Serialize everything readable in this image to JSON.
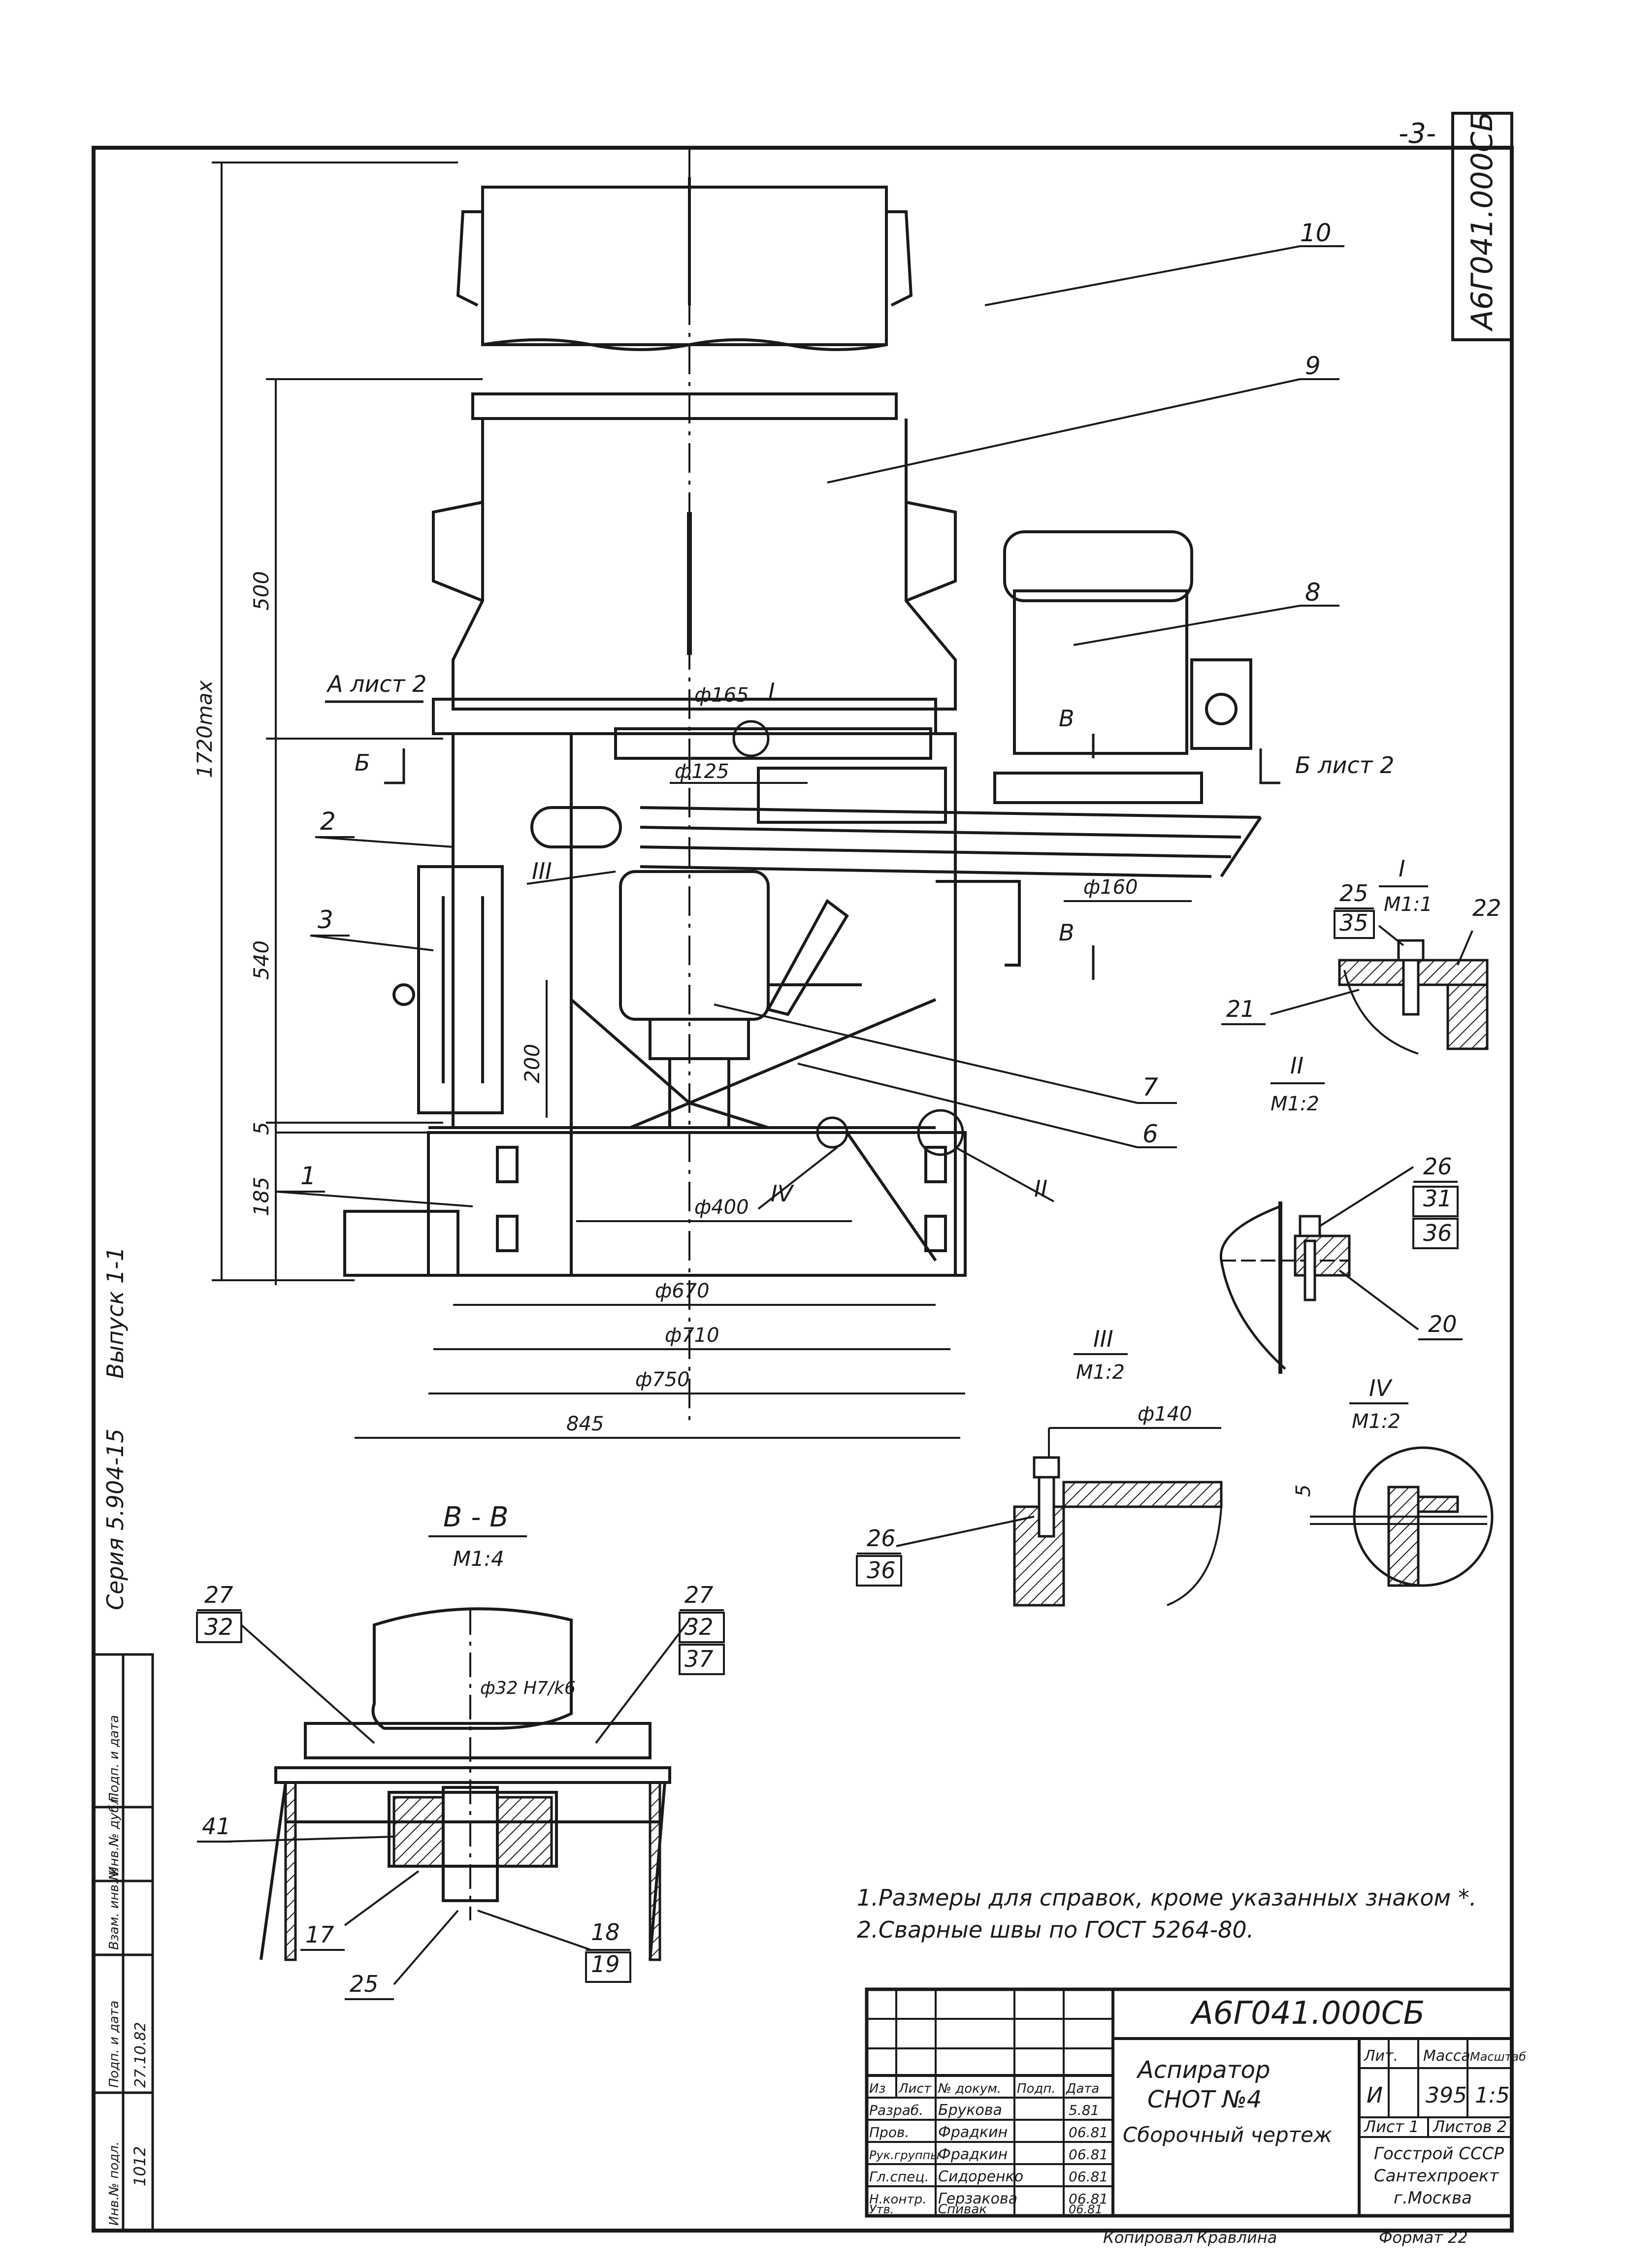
{
  "page": {
    "page_number": "-3-",
    "corner_code": "А6Г041.000СБ",
    "series_vertical": "Серия 5.904-15",
    "issue_vertical": "Выпуск 1-1"
  },
  "annotations": {
    "dim_1720": "1720max",
    "dim_500": "500",
    "dim_540": "540",
    "dim_185": "185",
    "dim_5": "5",
    "dim_200": "200",
    "dim_d165": "ф165",
    "dim_d125": "ф125",
    "dim_d160": "ф160",
    "dim_d400": "ф400",
    "dim_d670": "ф670",
    "dim_d710": "ф710",
    "dim_d750": "ф750",
    "dim_845": "845",
    "section_a": "А лист 2",
    "section_b_left": "Б",
    "section_b_right": "Б лист 2",
    "section_v_top": "В",
    "section_v_bottom": "В",
    "roman_I": "I",
    "roman_II": "II",
    "roman_III": "III",
    "roman_IV": "IV"
  },
  "callouts": [
    "10",
    "9",
    "8",
    "2",
    "3",
    "1",
    "7",
    "6"
  ],
  "details": {
    "I_title": "I",
    "I_scale": "М1:1",
    "I_labels": [
      "25",
      "35",
      "22",
      "21"
    ],
    "II_title": "II",
    "II_scale": "М1:2",
    "II_labels": [
      "26",
      "31",
      "36",
      "20"
    ],
    "III_title": "III",
    "III_scale": "М1:2",
    "III_dim": "ф140",
    "III_labels": [
      "26",
      "36"
    ],
    "IV_title": "IV",
    "IV_scale": "М1:2",
    "IV_dim": "5"
  },
  "section_vv": {
    "title": "В - В",
    "scale": "М1:4",
    "dim": "ф32 Н7/k6",
    "labels": [
      "27",
      "32",
      "27",
      "32",
      "37",
      "41",
      "17",
      "25",
      "18",
      "19"
    ]
  },
  "notes": [
    "1.Размеры для справок, кроме указанных знаком *.",
    "2.Сварные швы по ГОСТ 5264-80."
  ],
  "title_block": {
    "designation": "А6Г041.000СБ",
    "name_line1": "Аспиратор",
    "name_line2": "СНОТ №4",
    "name_line3": "Сборочный чертеж",
    "col_headers": [
      "Из",
      "Лист",
      "№ докум.",
      "Подп.",
      "Дата"
    ],
    "roles": [
      "Разраб.",
      "Пров.",
      "Рук.группы",
      "Гл.спец.",
      "Н.контр.",
      "Утв."
    ],
    "people": [
      "Брукова",
      "Фрадкин",
      "Фрадкин",
      "Сидоренко",
      "Герзакова",
      "Спивак"
    ],
    "dates": [
      "5.81",
      "06.81",
      "06.81",
      "06.81",
      "06.81",
      "06.81"
    ],
    "lit_header": "Лит.",
    "mass_header": "Масса",
    "scale_header": "Масштаб",
    "lit_value": "И",
    "mass_value": "395",
    "scale_value": "1:5",
    "sheet": "Лист 1",
    "sheets": "Листов 2",
    "org_line1": "Госстрой СССР",
    "org_line2": "Сантехпроект",
    "org_line3": "г.Москва",
    "copied": "Копировал",
    "copied_name": "Кравлина",
    "format": "Формат 22"
  },
  "side_stamp": {
    "headers": [
      "Инв.№ подл.",
      "Подп. и дата",
      "Взам. инв.№",
      "Инв.№ дубл.",
      "Подп. и дата"
    ],
    "inv_value": "1012",
    "date_value": "27.10.82"
  }
}
